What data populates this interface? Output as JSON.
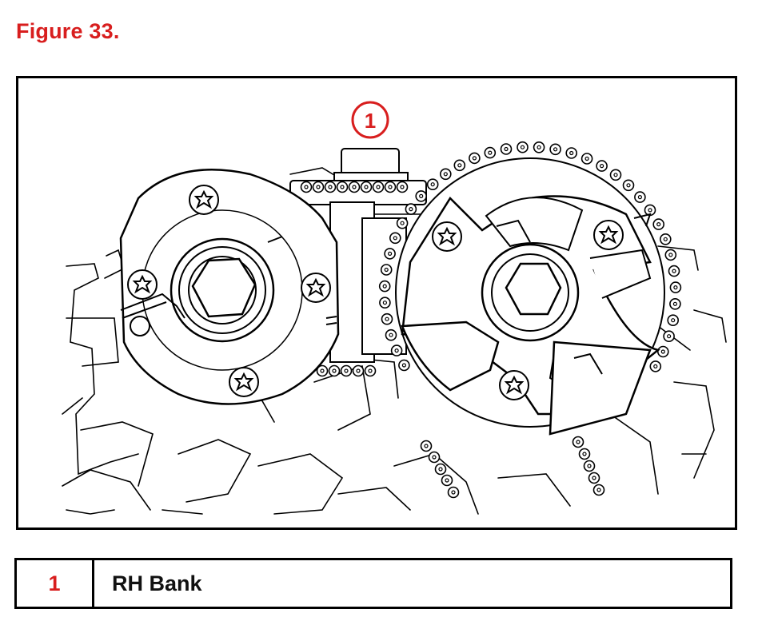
{
  "figure": {
    "title": "Figure 33."
  },
  "callout": {
    "number": "1"
  },
  "legend": {
    "rows": [
      {
        "number": "1",
        "label": "RH Bank"
      }
    ]
  },
  "colors": {
    "accent": "#d81e1e",
    "line": "#000000"
  }
}
